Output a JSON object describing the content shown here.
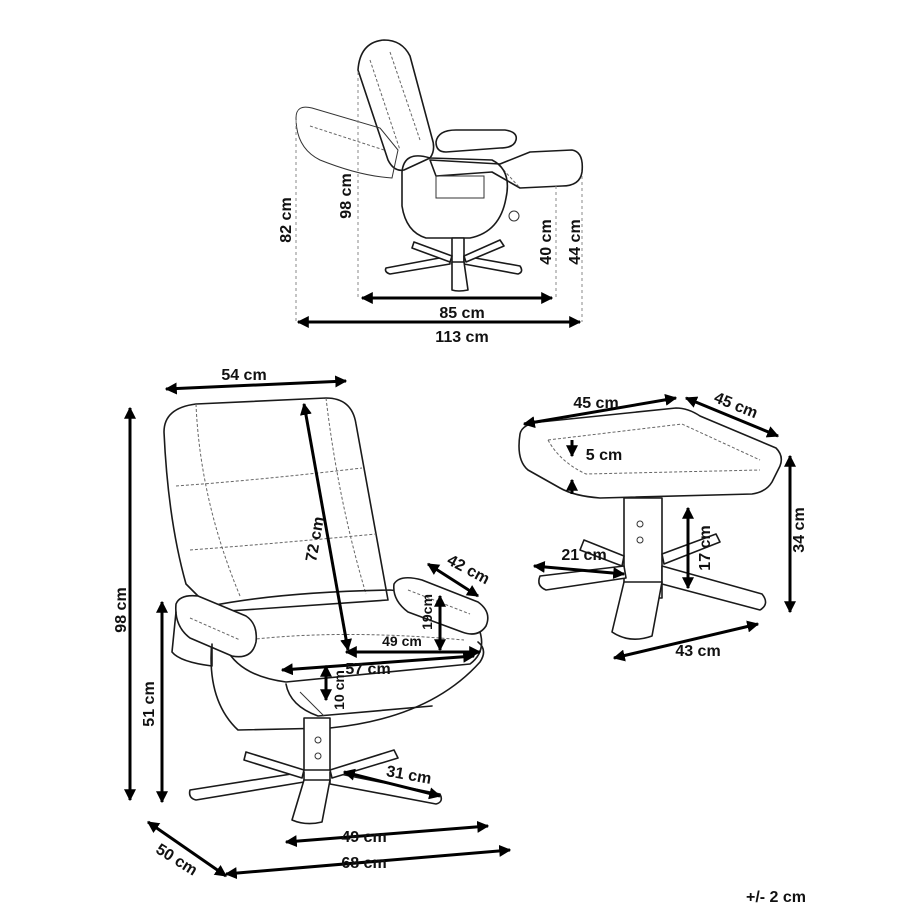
{
  "diagram": {
    "side_view": {
      "height_back": "82 cm",
      "height_total": "98 cm",
      "height_seat": "40 cm",
      "height_arm": "44 cm",
      "depth_upright": "85 cm",
      "depth_reclined": "113 cm"
    },
    "chair_front_view": {
      "width_top": "54 cm",
      "backrest_height": "72 cm",
      "armrest_length": "42 cm",
      "armrest_height": "19cm",
      "seat_depth": "49 cm",
      "seat_width": "57 cm",
      "seat_thickness": "10 cm",
      "total_height": "98 cm",
      "seat_height": "51 cm",
      "base_leg": "31 cm",
      "base_width": "49 cm",
      "depth": "50 cm",
      "width": "68 cm"
    },
    "ottoman_view": {
      "width": "45 cm",
      "depth": "45 cm",
      "cushion": "5 cm",
      "leg_length": "21 cm",
      "column_height": "17 cm",
      "total_height": "34 cm",
      "base_width": "43 cm"
    },
    "tolerance": "+/- 2 cm"
  }
}
